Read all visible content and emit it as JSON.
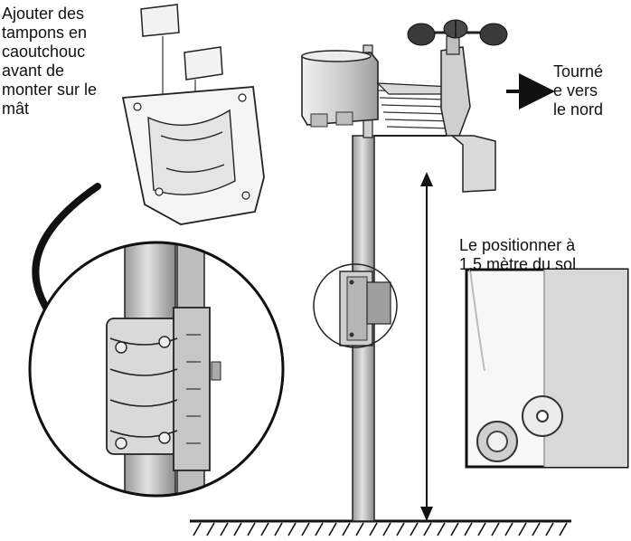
{
  "labels": {
    "rubber_pads": [
      "Ajouter des",
      "tampons en",
      "caoutchouc",
      "avant de",
      "monter sur le",
      "mât"
    ],
    "north": [
      "Tourné",
      "e vers",
      "le nord"
    ],
    "height": [
      "Le positionner à",
      "1,5 mètre du sol"
    ]
  },
  "colors": {
    "line": "#222222",
    "mast": "#c9c9c9",
    "mast_shadow": "#8d8d8d",
    "housing": "#d6d6d6",
    "cup": "#3a3a3a"
  }
}
